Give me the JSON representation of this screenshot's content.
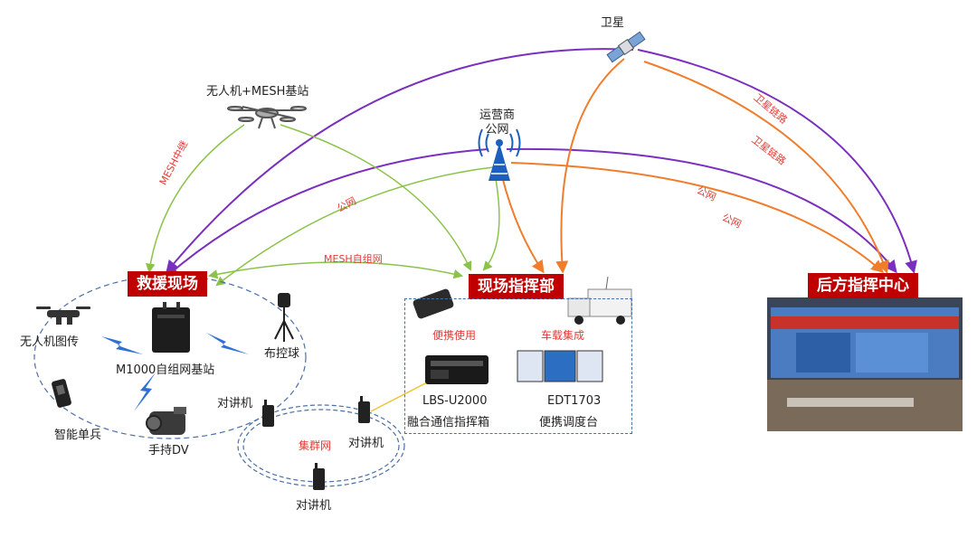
{
  "nodes": {
    "satellite": "卫星",
    "drone_mesh": "无人机+MESH基站",
    "operator": "运营商\n公网",
    "drone_image": "无人机图传",
    "m1000": "M1000自组网基站",
    "ball": "布控球",
    "soldier": "智能单兵",
    "dv": "手持DV",
    "radio_1": "对讲机",
    "radio_2": "对讲机",
    "radio_3": "对讲机",
    "cluster": "集群网",
    "lbs_model": "LBS-U2000",
    "lbs_name": "融合通信指挥箱",
    "edt_model": "EDT1703",
    "edt_name": "便携调度台",
    "portable_use": "便携使用",
    "vehicle_integration": "车载集成"
  },
  "areas": {
    "rescue_site": "救援现场",
    "field_command": "现场指挥部",
    "rear_command": "后方指挥中心"
  },
  "links": {
    "mesh_relay": "MESH中继",
    "public_net_1": "公网",
    "mesh_adhoc": "MESH自组网",
    "satellite_link_1": "卫星链路",
    "satellite_link_2": "卫星链路",
    "public_net_2": "公网",
    "public_net_3": "公网"
  },
  "colors": {
    "purple": "#7b2fbe",
    "orange": "#f07d2b",
    "green": "#8bc34a",
    "tag_red": "#c00000",
    "link_label": "#e53935",
    "dashed_blue": "#4a6fa5"
  }
}
